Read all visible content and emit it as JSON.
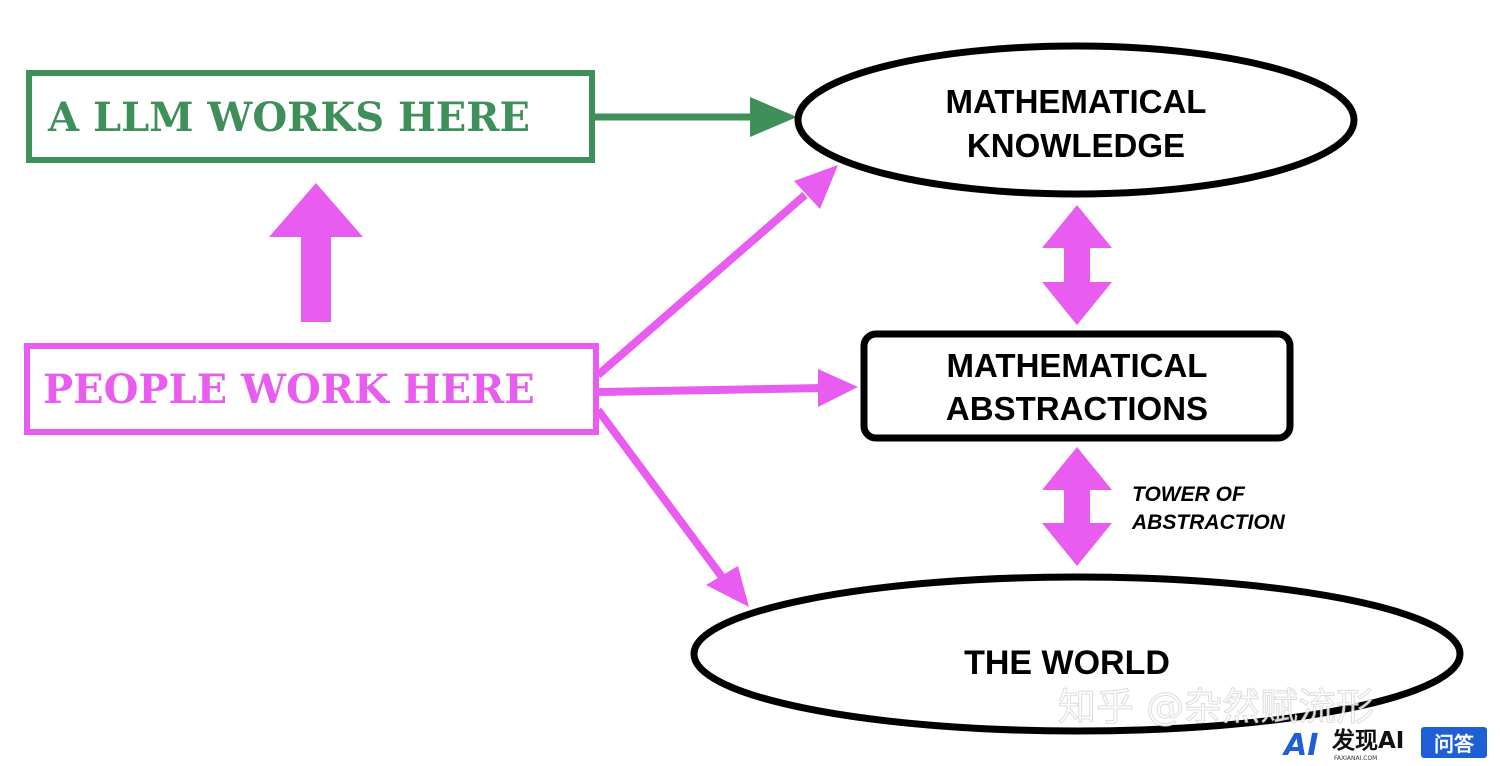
{
  "diagram": {
    "llm_box": {
      "label": "A  LLM  WORKS HERE"
    },
    "people_box": {
      "label": "PEOPLE WORK HERE"
    },
    "knowledge_node": {
      "line1": "MATHEMATICAL",
      "line2": "KNOWLEDGE"
    },
    "abstractions_node": {
      "line1": "MATHEMATICAL",
      "line2": "ABSTRACTIONS"
    },
    "world_node": {
      "label": "THE WORLD"
    },
    "tower_label": {
      "line1": "TOWER OF",
      "line2": "ABSTRACTION"
    }
  },
  "watermark": {
    "zhihu": "知乎 @杂然赋流形",
    "brand": "发现AI",
    "brand_small": "FAXIANAI.COM",
    "badge": "问答",
    "logo": "AI"
  },
  "colors": {
    "green": "#3f8f5a",
    "magenta": "#e85cf0",
    "black": "#000000",
    "brand_blue": "#1f5fd6"
  }
}
